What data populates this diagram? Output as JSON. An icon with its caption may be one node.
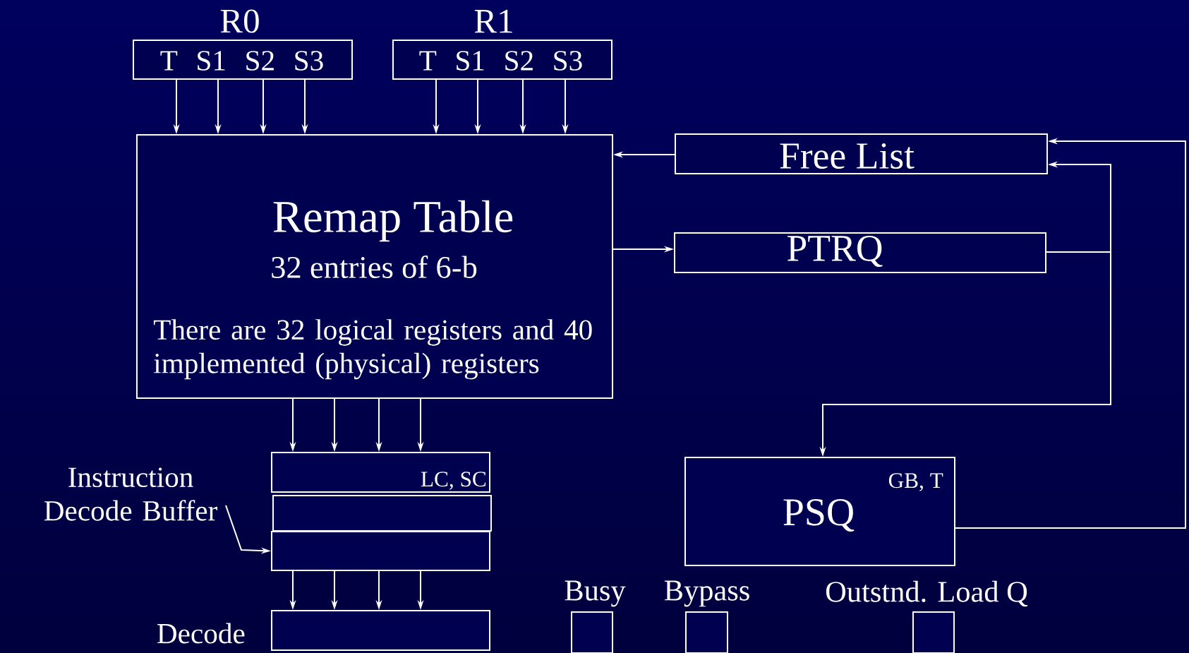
{
  "diagram": {
    "nodes": [
      {
        "text": [
          "R0",
          "T S1 S2 S3"
        ]
      },
      {
        "text": [
          "R1",
          "T S1 S2 S3"
        ]
      },
      {
        "text": [
          "Remap Table",
          "32 entries of 6-b",
          "There are 32 logical registers and 40 implemented (physical) registers"
        ]
      },
      {
        "text": [
          "Free List"
        ]
      },
      {
        "text": [
          "PTRQ"
        ]
      },
      {
        "text": [
          "LC, SC"
        ]
      },
      {
        "text": [],
        "shape": "box"
      },
      {
        "text": [],
        "shape": "box"
      },
      {
        "text": [
          "Instruction Decode Buffer"
        ]
      },
      {
        "text": [
          "Decode"
        ]
      },
      {
        "text": [
          "PSQ",
          "GB, T"
        ]
      },
      {
        "text": [
          "Busy"
        ]
      },
      {
        "text": [
          "Bypass"
        ]
      },
      {
        "text": [
          "Outstnd. Load Q"
        ]
      }
    ],
    "edges": [
      {
        "from": 0,
        "to": 2,
        "arrow": "to"
      },
      {
        "from": 0,
        "to": 2,
        "arrow": "to"
      },
      {
        "from": 0,
        "to": 2,
        "arrow": "to"
      },
      {
        "from": 0,
        "to": 2,
        "arrow": "to"
      },
      {
        "from": 1,
        "to": 2,
        "arrow": "to"
      },
      {
        "from": 1,
        "to": 2,
        "arrow": "to"
      },
      {
        "from": 1,
        "to": 2,
        "arrow": "to"
      },
      {
        "from": 1,
        "to": 2,
        "arrow": "to"
      },
      {
        "from": 3,
        "to": 2,
        "arrow": "to"
      },
      {
        "from": 2,
        "to": 4,
        "arrow": "to"
      },
      {
        "from": 4,
        "to": 3,
        "arrow": "to"
      },
      {
        "from": 4,
        "to": 10,
        "arrow": "to"
      },
      {
        "from": 10,
        "to": 3,
        "arrow": "to"
      },
      {
        "from": 2,
        "to": 5,
        "arrow": "to"
      },
      {
        "from": 2,
        "to": 5,
        "arrow": "to"
      },
      {
        "from": 2,
        "to": 5,
        "arrow": "to"
      },
      {
        "from": 2,
        "to": 5,
        "arrow": "to"
      },
      {
        "from": 8,
        "to": 7,
        "arrow": "to"
      },
      {
        "from": 7,
        "to": 9,
        "arrow": "to"
      },
      {
        "from": 7,
        "to": 9,
        "arrow": "to"
      },
      {
        "from": 7,
        "to": 9,
        "arrow": "to"
      },
      {
        "from": 7,
        "to": 9,
        "arrow": "to"
      }
    ]
  }
}
